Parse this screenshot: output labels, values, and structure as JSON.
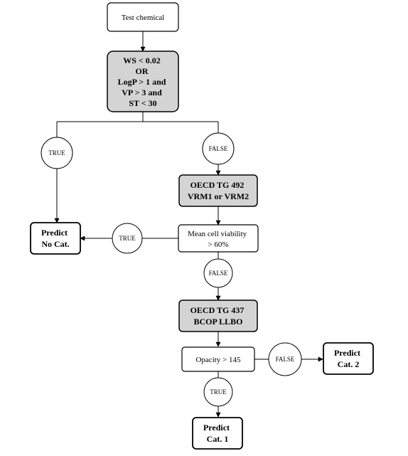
{
  "nodes": {
    "start": [
      "Test chemical"
    ],
    "decision1": [
      "WS < 0.02",
      "OR",
      "LogP > 1 and",
      "VP > 3 and",
      "ST < 30"
    ],
    "true1": [
      "TRUE"
    ],
    "false1": [
      "FALSE"
    ],
    "oecd492": [
      "OECD TG 492",
      "VRM1 or VRM2"
    ],
    "viability": [
      "Mean cell viability",
      "> 60%"
    ],
    "true2": [
      "TRUE"
    ],
    "predict_no_cat": [
      "Predict",
      "No Cat."
    ],
    "false2": [
      "FALSE"
    ],
    "oecd437": [
      "OECD TG 437",
      "BCOP LLBO"
    ],
    "opacity": [
      "Opacity > 145"
    ],
    "false3": [
      "FALSE"
    ],
    "predict_cat2": [
      "Predict",
      "Cat. 2"
    ],
    "true3": [
      "TRUE"
    ],
    "predict_cat1": [
      "Predict",
      "Cat. 1"
    ]
  }
}
